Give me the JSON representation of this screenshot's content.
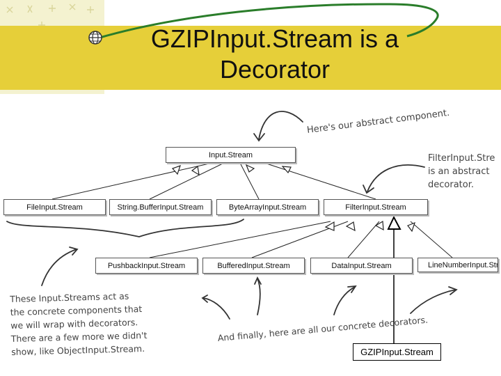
{
  "slide": {
    "title_line1": "GZIPInput.Stream is a",
    "title_line2": "Decorator"
  },
  "classes": {
    "input_stream": "Input.Stream",
    "file_input_stream": "FileInput.Stream",
    "string_buffer_input_stream": "String.BufferInput.Stream",
    "byte_array_input_stream": "ByteArrayInput.Stream",
    "filter_input_stream": "FilterInput.Stream",
    "pushback_input_stream": "PushbackInput.Stream",
    "buffered_input_stream": "BufferedInput.Stream",
    "data_input_stream": "DataInput.Stream",
    "line_number_input_stream": "LineNumberInput.Stream"
  },
  "annotations": {
    "abstract_component": "Here's our abstract component.",
    "filter_line1": "FilterInput.Stre",
    "filter_line2": "is an abstract",
    "filter_line3": "decorator.",
    "concrete_line1": "These Input.Streams act as",
    "concrete_line2": "the concrete components that",
    "concrete_line3": "we will wrap with decorators.",
    "concrete_line4": "There are a few more we didn't",
    "concrete_line5": "show, like ObjectInput.Stream.",
    "decorators": "And finally, here are all our concrete decorators."
  },
  "gzip_label": "GZIPInput.Stream",
  "colors": {
    "title_band": "#e6cf39",
    "swoosh": "#2a7d2a",
    "pattern": "#e8e6b0"
  },
  "icons": {
    "bullet": "globe-bullet-icon"
  }
}
